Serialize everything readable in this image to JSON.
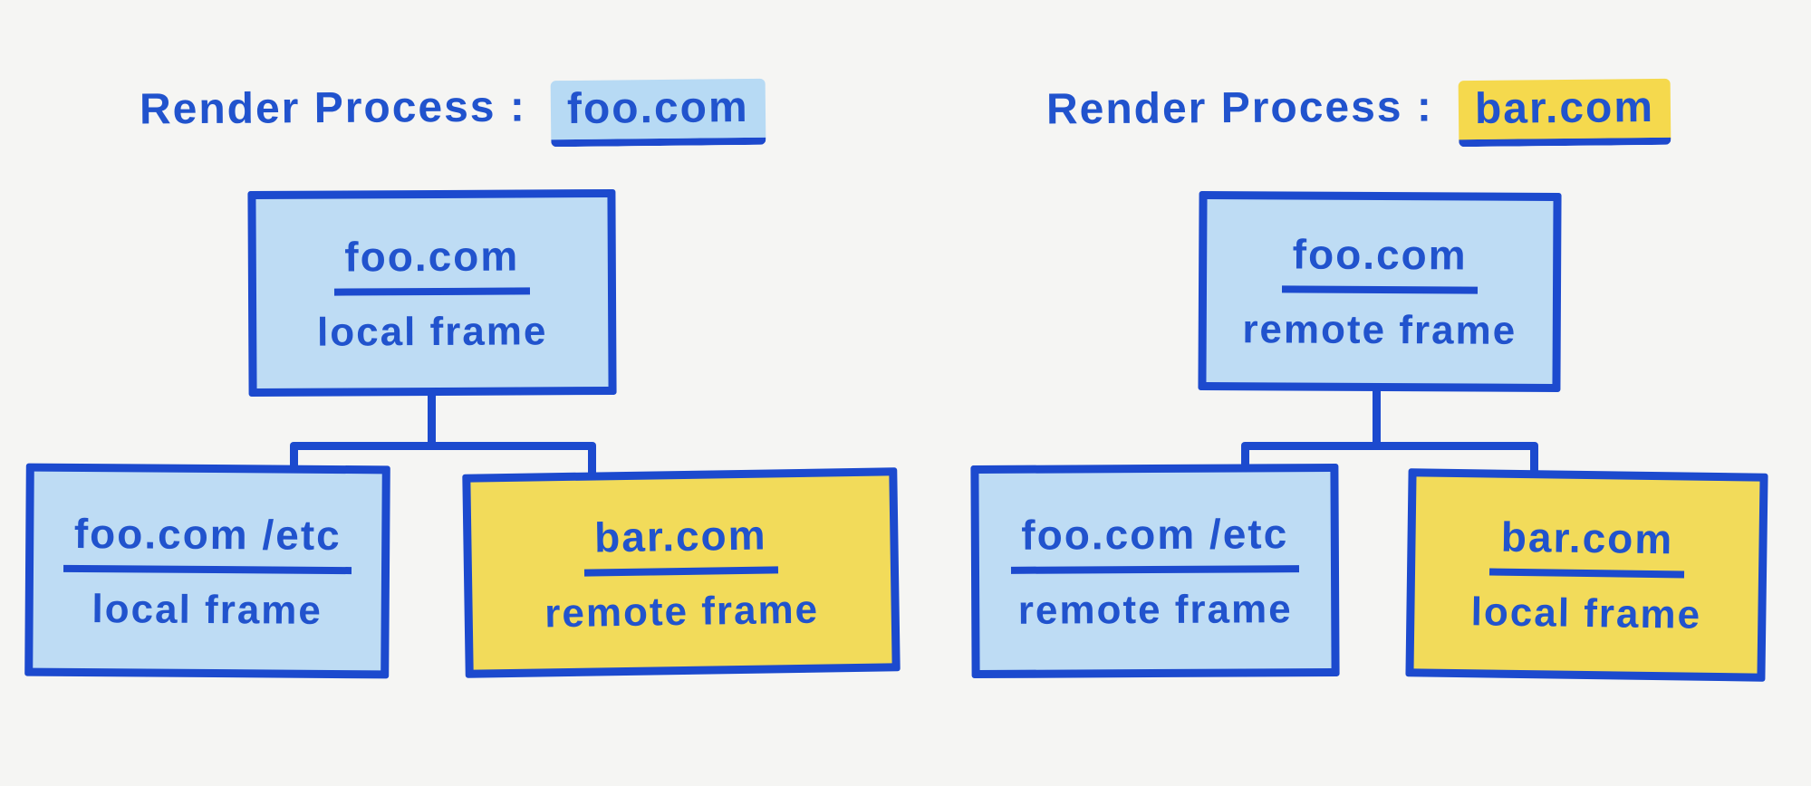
{
  "palette": {
    "background": "#f5f5f3",
    "ink_blue": "#2153cd",
    "border_blue": "#1c4ace",
    "light_blue_fill": "#bedcf4",
    "yellow_fill": "#f2db5a",
    "blue_highlight": "#b7daf4",
    "yellow_highlight": "#f5d94d"
  },
  "trees": [
    {
      "title_prefix": "Render Process :",
      "process_domain": "foo.com",
      "highlight_color": "#b7daf4",
      "root": {
        "domain": "foo.com",
        "frame_type": "local frame",
        "fill": "#bedcf4"
      },
      "children": [
        {
          "domain": "foo.com /etc",
          "frame_type": "local frame",
          "fill": "#bedcf4"
        },
        {
          "domain": "bar.com",
          "frame_type": "remote frame",
          "fill": "#f2db5a"
        }
      ]
    },
    {
      "title_prefix": "Render Process :",
      "process_domain": "bar.com",
      "highlight_color": "#f5d94d",
      "root": {
        "domain": "foo.com",
        "frame_type": "remote frame",
        "fill": "#bedcf4"
      },
      "children": [
        {
          "domain": "foo.com /etc",
          "frame_type": "remote frame",
          "fill": "#bedcf4"
        },
        {
          "domain": "bar.com",
          "frame_type": "local frame",
          "fill": "#f2db5a"
        }
      ]
    }
  ]
}
